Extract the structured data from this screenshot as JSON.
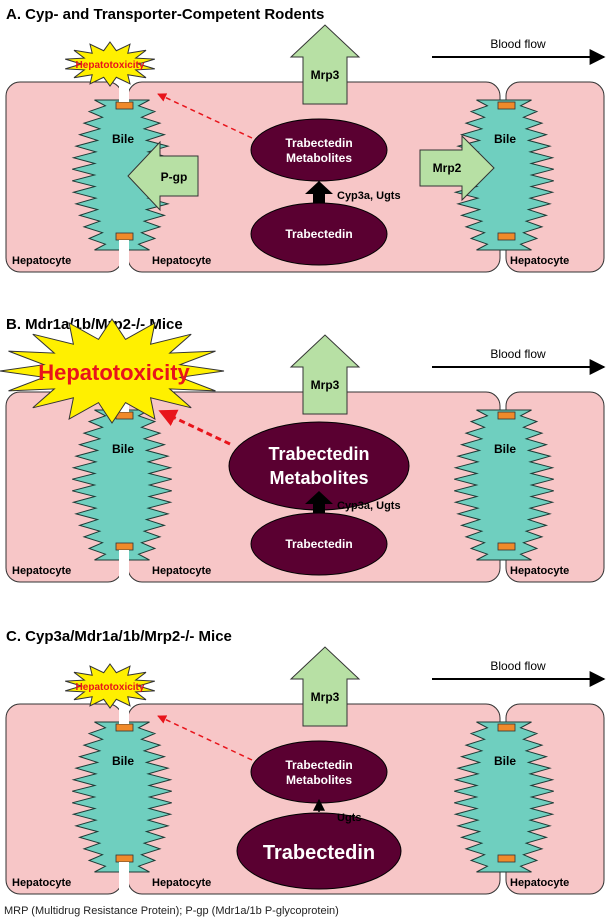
{
  "panels": [
    {
      "title": "A. Cyp- and Transporter-Competent Rodents",
      "blood_flow": "Blood flow",
      "mrp3": "Mrp3",
      "toxicity": "Hepatotoxicity",
      "toxicity_level": "small",
      "metabolites": [
        "Trabectedin",
        "Metabolites"
      ],
      "metabolites_level": "normal",
      "parent": "Trabectedin",
      "parent_level": "normal",
      "enzyme": "Cyp3a, Ugts",
      "enzyme_arrow": "thick",
      "has_pgp": true,
      "has_mrp2": true,
      "pgp": "P-gp",
      "mrp2": "Mrp2",
      "bile": "Bile",
      "hepatocytes": [
        "Hepatocyte",
        "Hepatocyte",
        "Hepatocyte"
      ]
    },
    {
      "title": "B. Mdr1a/1b/Mrp2-/- Mice",
      "blood_flow": "Blood flow",
      "mrp3": "Mrp3",
      "toxicity": "Hepatotoxicity",
      "toxicity_level": "large",
      "metabolites": [
        "Trabectedin",
        "Metabolites"
      ],
      "metabolites_level": "large",
      "parent": "Trabectedin",
      "parent_level": "normal",
      "enzyme": "Cyp3a, Ugts",
      "enzyme_arrow": "thick",
      "has_pgp": false,
      "has_mrp2": false,
      "bile": "Bile",
      "hepatocytes": [
        "Hepatocyte",
        "Hepatocyte",
        "Hepatocyte"
      ]
    },
    {
      "title": "C. Cyp3a/Mdr1a/1b/Mrp2-/- Mice",
      "blood_flow": "Blood flow",
      "mrp3": "Mrp3",
      "toxicity": "Hepatotoxicity",
      "toxicity_level": "small",
      "metabolites": [
        "Trabectedin",
        "Metabolites"
      ],
      "metabolites_level": "normal",
      "parent": "Trabectedin",
      "parent_level": "large",
      "enzyme": "Ugts",
      "enzyme_arrow": "thin",
      "has_pgp": false,
      "has_mrp2": false,
      "bile": "Bile",
      "hepatocytes": [
        "Hepatocyte",
        "Hepatocyte",
        "Hepatocyte"
      ]
    }
  ],
  "footnote": "MRP (Multidrug Resistance Protein); P-gp (Mdr1a/1b P-glycoprotein)",
  "colors": {
    "hepatocyte_fill": "#f7c6c7",
    "bile_fill": "#6fcfbf",
    "transporter_fill": "#b7e0a4",
    "drug_fill": "#5a0031",
    "toxicity_fill": "#fff000",
    "toxicity_text": "#e8141b",
    "arrow_red": "#e8141b",
    "pump_fill": "#f08a2a"
  }
}
